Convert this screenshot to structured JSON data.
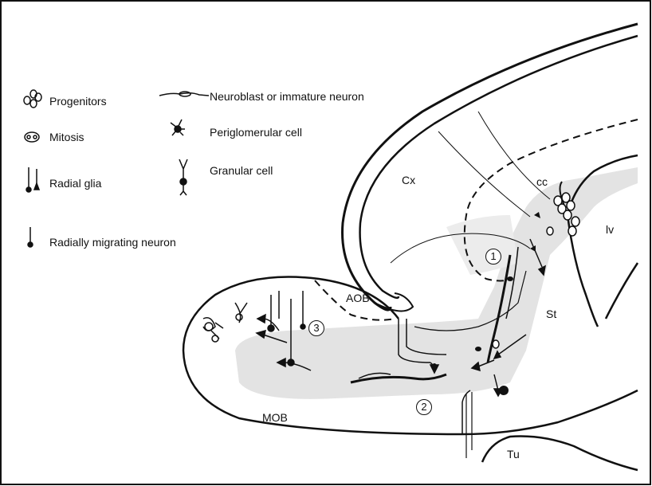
{
  "legend": {
    "progenitors": "Progenitors",
    "mitosis": "Mitosis",
    "radial_glia": "Radial glia",
    "radially_migrating_neuron": "Radially migrating neuron",
    "neuroblast": "Neuroblast or immature neuron",
    "periglomerular_cell": "Periglomerular cell",
    "granular_cell": "Granular cell"
  },
  "regions": {
    "cx": "Cx",
    "cc": "cc",
    "lv": "lv",
    "st": "St",
    "aob": "AOB",
    "mob": "MOB",
    "tu": "Tu"
  },
  "pathways": {
    "p1": "1",
    "p2": "2",
    "p3": "3"
  },
  "colors": {
    "line": "#111111",
    "rms_shading": "#e3e3e3"
  }
}
